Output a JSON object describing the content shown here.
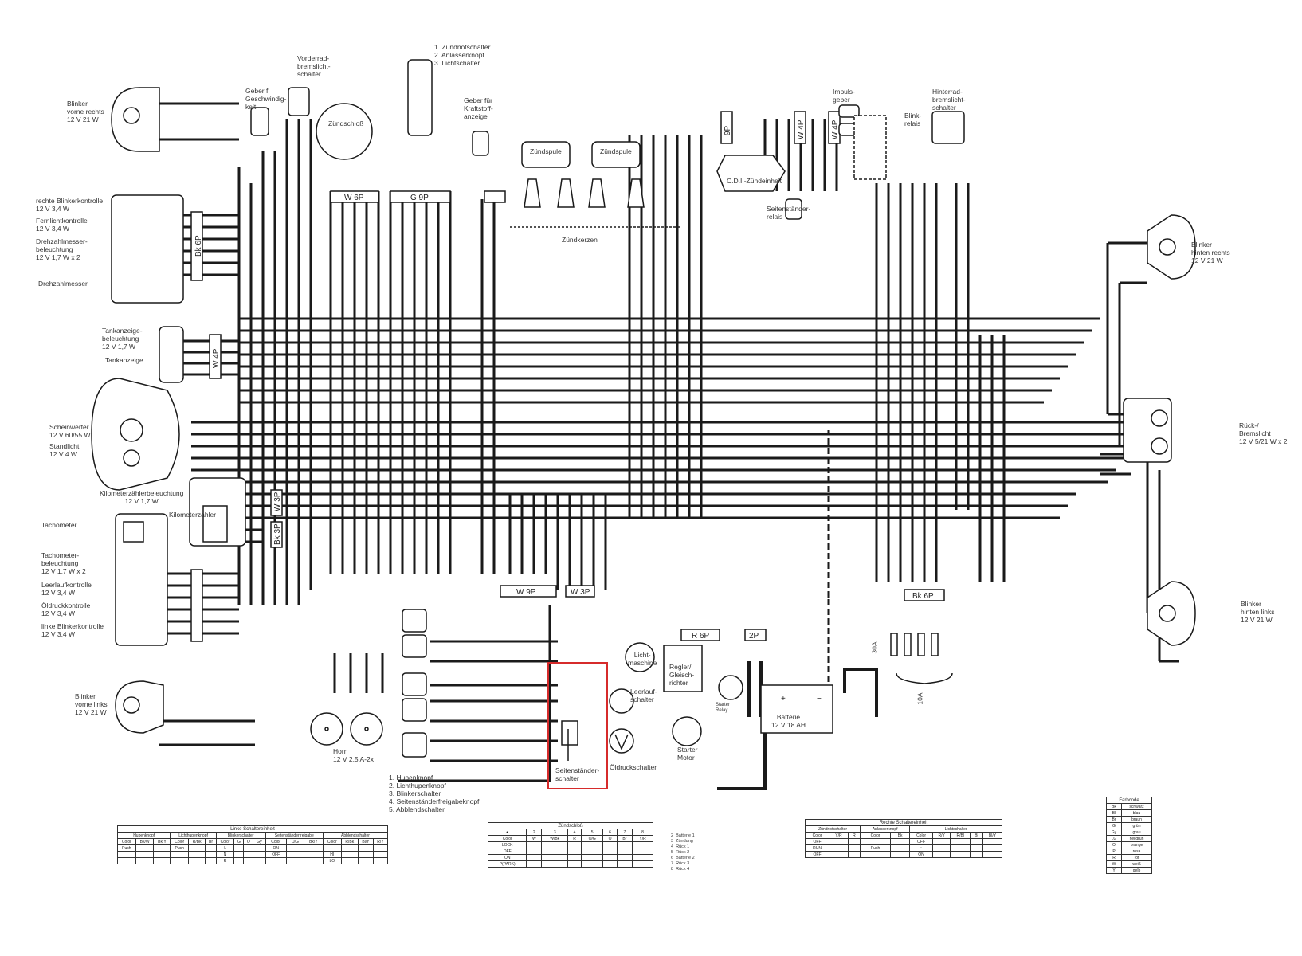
{
  "title": "Schaltplan Motorrad (Wiring Diagram)",
  "components": {
    "blinker_vr": "Blinker\nvorne rechts\n12 V 21 W",
    "blinker_kontrolle_r": "rechte Blinkerkontrolle\n12 V 3,4 W",
    "fernlicht": "Fernlichtkontrolle\n12 V 3,4 W",
    "drehzahl_bel": "Drehzahlmesser-\nbeleuchtung\n12 V 1,7 W x 2",
    "drehzahlmesser": "Drehzahlmesser",
    "tank_bel": "Tankanzeige-\nbeleuchtung\n12 V 1,7 W",
    "tankanzeige": "Tankanzeige",
    "scheinwerfer": "Scheinwerfer\n12 V 60/55 W",
    "standlicht": "Standlicht\n12 V 4 W",
    "km_bel": "Kilometerzählerbeleuchtung\n12 V 1,7 W",
    "kilometerzaehler": "Kilometerzähler",
    "tachometer": "Tachometer",
    "tacho_bel": "Tachometer-\nbeleuchtung\n12 V 1,7 W x 2",
    "leerlauf_ktrl": "Leerlaufkontrolle\n12 V 3,4 W",
    "oeldruck_ktrl": "Öldruckkontrolle\n12 V 3,4 W",
    "blinker_kontrolle_l": "linke Blinkerkontrolle\n12 V 3,4 W",
    "blinker_vl": "Blinker\nvorne links\n12 V 21 W",
    "horn": "Horn\n12 V 2,5 A-2x",
    "geber_geschw": "Geber f\nGeschwindig-\nkeit",
    "vorderrad_brems": "Vorderrad-\nbremslicht-\nschalter",
    "zuendschloss": "Zündschloß",
    "rechte_schalter": "1. Zündnotschalter\n2. Anlasserknopf\n3. Lichtschalter",
    "geber_kraftstoff": "Geber für\nKraftstoff-\nanzeige",
    "zuendspule": "Zündspule",
    "zuendkerzen": "Zündkerzen",
    "cdi": "C.D.I.-Zündeinheit",
    "seitenstaender_relais": "Seitenständer-\nrelais",
    "impulsgeber": "Impuls-\ngeber",
    "blinkrelais": "Blink-\nrelais",
    "hinterrad_brems": "Hinterrad-\nbremslicht-\nschalter",
    "blinker_hr": "Blinker\nhinten rechts\n12 V 21 W",
    "rueck_brems": "Rück-/\nBremslicht\n12 V 5/21 W x 2",
    "blinker_hl": "Blinker\nhinten links\n12 V 21 W",
    "lichtmaschine": "Licht-\nmaschine",
    "regler": "Regler/\nGleisch-\nrichter",
    "leerlaufschalter": "Leerlauf-\nschalter",
    "oeldruckschalter": "Öldruckschalter",
    "seitenstaender_schalter": "Seitenständer-\nschalter",
    "starter_relay": "Starter\nRelay",
    "starter_motor": "Starter\nMotor",
    "batterie": "Batterie\n12 V 18 AH",
    "fuse_30a": "30A",
    "fuse_10a": "10A",
    "linke_schalter": "1. Hupenknopf\n2. Lichthupenknopf\n3. Blinkerschalter\n4. Seitenständerfreigabeknopf\n5. Abblendschalter"
  },
  "connectors": {
    "bk6p_top": "Bk 6P",
    "w6p": "W 6P",
    "g9p": "G 9P",
    "w4p_tank": "W 4P",
    "w3p_km": "W 3P",
    "bk3p_km": "Bk 3P",
    "w9p": "W 9P",
    "w3p": "W 3P",
    "r6p": "R 6P",
    "p2": "2P",
    "bk6p_bottom": "Bk 6P",
    "w4p_a": "W 4P",
    "w4p_b": "W 4P",
    "p9": "9P"
  },
  "tables": {
    "links": {
      "title": "Linke Schaltereinheit",
      "groups": [
        "Hupenknopf",
        "Lichthupenknopf",
        "Blinkerschalter",
        "Seitenständerfreigabe",
        "Abblendschalter"
      ],
      "colors": [
        "Color",
        "Bk/W",
        "Bk/Y",
        "Color",
        "R/Bk",
        "Br",
        "Color",
        "G",
        "O",
        "Gy",
        "Color",
        "O/G",
        "Bk/Y",
        "Color",
        "R/Bk",
        "Bl/Y",
        "R/Y"
      ],
      "rows": [
        [
          "Push",
          "",
          "",
          "Push",
          "",
          "",
          "L",
          "",
          "",
          "",
          "ON",
          "",
          "",
          "",
          "",
          "",
          ""
        ],
        [
          "",
          "",
          "",
          "",
          "",
          "",
          "N",
          "",
          "",
          "",
          "OFF",
          "",
          "",
          "HI",
          "",
          "",
          ""
        ],
        [
          "",
          "",
          "",
          "",
          "",
          "",
          "R",
          "",
          "",
          "",
          "",
          "",
          "",
          "LO",
          "",
          "",
          ""
        ]
      ]
    },
    "zuendschloss": {
      "title": "Zündschloß",
      "header": [
        "●",
        "2",
        "3",
        "4",
        "5",
        "6",
        "7",
        "8"
      ],
      "colors": [
        "Color",
        "W",
        "W/Bk",
        "R",
        "O/G",
        "O",
        "Br",
        "Y/R"
      ],
      "rows": [
        "LOCK",
        "OFF",
        "ON",
        "P(PARK)"
      ],
      "legend": [
        "2  Batterie 1",
        "3  Zündung",
        "4  Rück 1",
        "5  Rück 2",
        "6  Batterie 2",
        "7  Rück 3",
        "8  Rück 4"
      ]
    },
    "rechts": {
      "title": "Rechte Schaltereinheit",
      "groups": [
        "Zündnotschalter",
        "Anlasserknopf",
        "Lichtschalter"
      ],
      "colors": [
        "Color",
        "Y/R",
        "R",
        "Color",
        "Bk",
        "Color",
        "R/Y",
        "R/Bl",
        "Bl",
        "Bl/Y"
      ],
      "rows": [
        [
          "OFF",
          "",
          "",
          "",
          "",
          "OFF",
          "",
          "",
          "",
          ""
        ],
        [
          "RUN",
          "",
          "",
          "Push",
          "",
          "•",
          "",
          "",
          "",
          ""
        ],
        [
          "OFF",
          "",
          "",
          "",
          "",
          "ON",
          "",
          "",
          "",
          ""
        ]
      ]
    },
    "farbcode": {
      "title": "Farbcode",
      "rows": [
        [
          "Bk",
          "schwarz"
        ],
        [
          "Bl",
          "blau"
        ],
        [
          "Br",
          "braun"
        ],
        [
          "G",
          "grün"
        ],
        [
          "Gy",
          "grau"
        ],
        [
          "LG",
          "hellgrün"
        ],
        [
          "O",
          "orange"
        ],
        [
          "P",
          "rosa"
        ],
        [
          "R",
          "rot"
        ],
        [
          "W",
          "weiß"
        ],
        [
          "Y",
          "gelb"
        ]
      ]
    }
  },
  "highlight_color": "#d62b2b"
}
